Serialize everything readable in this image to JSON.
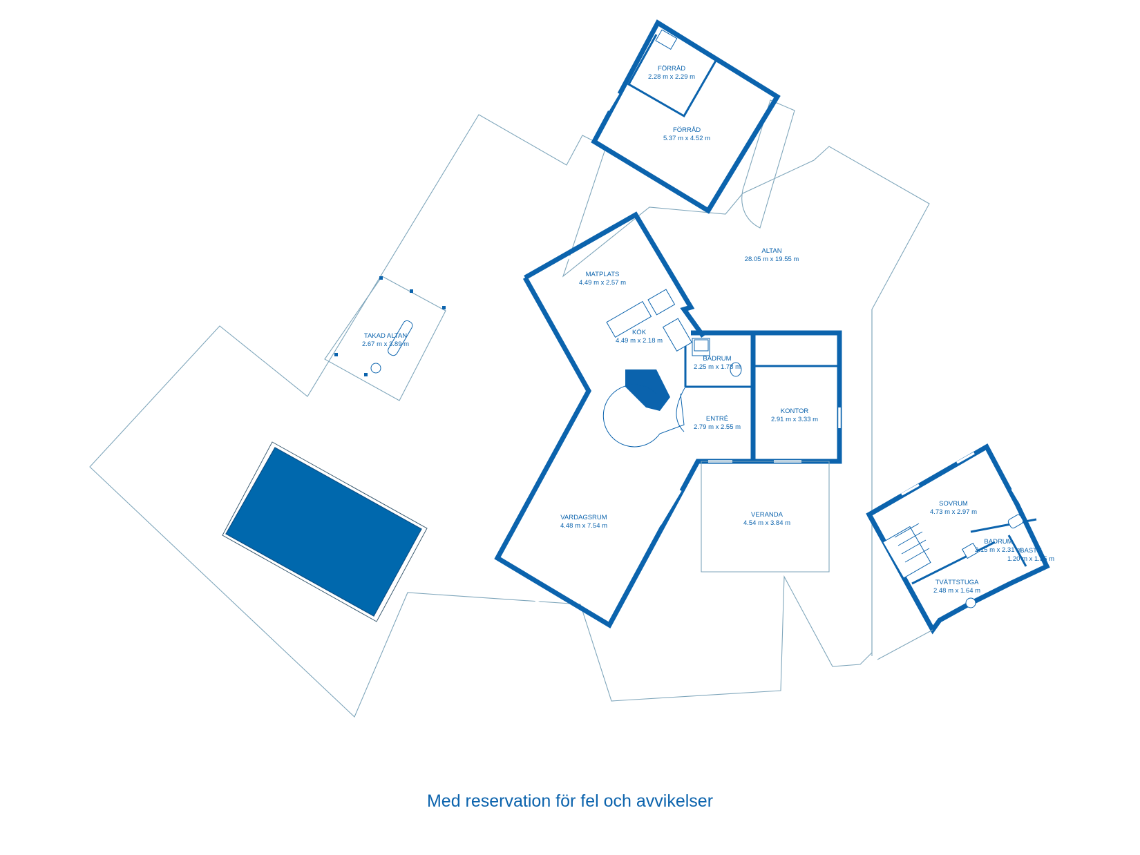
{
  "rooms": {
    "forrad_small": {
      "name": "FÖRRÅD",
      "dims": "2.28 m x 2.29 m"
    },
    "forrad_large": {
      "name": "FÖRRÅD",
      "dims": "5.37 m x 4.52 m"
    },
    "altan": {
      "name": "ALTAN",
      "dims": "28.05 m x 19.55 m"
    },
    "matplats": {
      "name": "MATPLATS",
      "dims": "4.49 m x 2.57 m"
    },
    "kok": {
      "name": "KÖK",
      "dims": "4.49 m x 2.18 m"
    },
    "takad_altan": {
      "name": "TAKAD ALTAN",
      "dims": "2.67 m x 3.89 m"
    },
    "badrum_main": {
      "name": "BADRUM",
      "dims": "2.25 m x 1.78 m"
    },
    "kontor": {
      "name": "KONTOR",
      "dims": "2.91 m x 3.33 m"
    },
    "entre": {
      "name": "ENTRÉ",
      "dims": "2.79 m x 2.55 m"
    },
    "vardagsrum": {
      "name": "VARDAGSRUM",
      "dims": "4.48 m x 7.54 m"
    },
    "veranda": {
      "name": "VERANDA",
      "dims": "4.54 m x 3.84 m"
    },
    "sovrum": {
      "name": "SOVRUM",
      "dims": "4.73 m x 2.97 m"
    },
    "badrum_guest": {
      "name": "BADRUM",
      "dims": "2.15 m x 2.31 m"
    },
    "bastu": {
      "name": "BASTU",
      "dims": "1.20 m x 1.35 m"
    },
    "tvattstuga": {
      "name": "TVÄTTSTUGA",
      "dims": "2.48 m x 1.64 m"
    }
  },
  "colors": {
    "wall": "#0b63ad",
    "pool": "#0068ad",
    "outline": "#7fa6bb"
  },
  "footer": {
    "disclaimer": "Med reservation för fel och avvikelser"
  }
}
